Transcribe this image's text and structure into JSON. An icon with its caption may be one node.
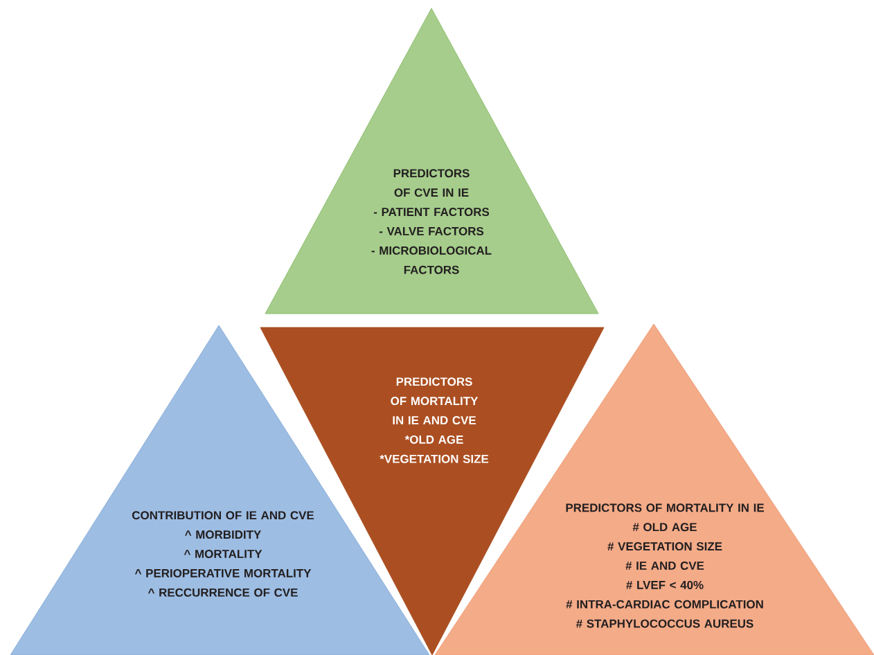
{
  "diagram": {
    "nodes": [
      {
        "text": [
          "PREDICTORS OF CVE IN IE",
          "- PATIENT FACTORS",
          "- VALVE FACTORS",
          "- MICROBIOLOGICAL FACTORS"
        ]
      },
      {
        "text": [
          "PREDICTORS OF MORTALITY IN IE AND CVE",
          "*OLD AGE",
          "*VEGETATION SIZE"
        ]
      },
      {
        "text": [
          "CONTRIBUTION OF IE AND CVE",
          "^ MORBIDITY",
          "^ MORTALITY",
          "^ PERIOPERATIVE MORTALITY",
          "^ RECCURRENCE OF CVE"
        ]
      },
      {
        "text": [
          "PREDICTORS OF MORTALITY IN IE",
          "# OLD AGE",
          "# VEGETATION SIZE",
          "# IE AND CVE",
          "# LVEF < 40%",
          "# INTRA-CARDIAC COMPLICATION",
          "# STAPHYLOCOCCUS AUREUS"
        ]
      }
    ]
  }
}
